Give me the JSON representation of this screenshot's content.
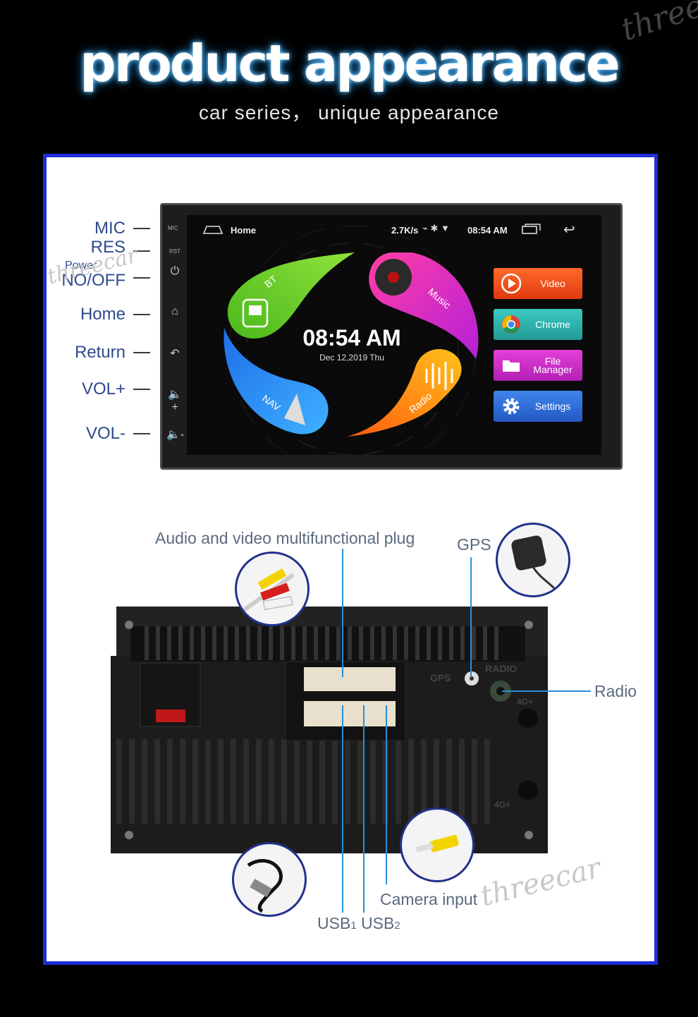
{
  "header": {
    "title": "product appearance",
    "subtitle": "car series， unique appearance",
    "watermark": "three"
  },
  "side_labels": {
    "mic": "MIC",
    "res": "RES",
    "power": "Power",
    "no_off": "NO/OFF",
    "home": "Home",
    "return": "Return",
    "vol_up": "VOL+",
    "vol_down": "VOL-"
  },
  "device_bezel": {
    "mic_label": "MIC",
    "rst_label": "RST",
    "icons": [
      "power-icon",
      "home-icon",
      "back-icon",
      "volume-up-icon",
      "volume-down-icon"
    ]
  },
  "screen": {
    "status_home": "Home",
    "status_speed": "2.7K/s",
    "status_time": "08:54 AM",
    "clock": "08:54 AM",
    "date": "Dec 12,2019 Thu",
    "petals": {
      "bt": "BT",
      "music": "Music",
      "nav": "NAV",
      "radio": "Radio"
    },
    "apps": [
      {
        "label": "Video",
        "color": "#f04a1a"
      },
      {
        "label": "Chrome",
        "color": "#2cb5b0"
      },
      {
        "label": "File\nManager",
        "color": "#d12fc7"
      },
      {
        "label": "Settings",
        "color": "#2f6fd8"
      }
    ]
  },
  "back_callouts": {
    "audio_video": "Audio and video multifunctional plug",
    "gps": "GPS",
    "radio": "Radio",
    "camera": "Camera input",
    "usb1_main": "USB",
    "usb1_sub": "1",
    "usb2_main": "USB",
    "usb2_sub": "2"
  },
  "back_panel_text": {
    "gps_port": "GPS",
    "radio_port": "RADIO",
    "port_4g_a": "4G+",
    "port_4g_b": "4G+"
  },
  "watermarks": {
    "left": "threecar",
    "bottom": "threecar"
  },
  "colors": {
    "panel_border": "#1e2fd6",
    "callout_line": "#2a8fd6",
    "label_text": "#2e4a8e"
  }
}
